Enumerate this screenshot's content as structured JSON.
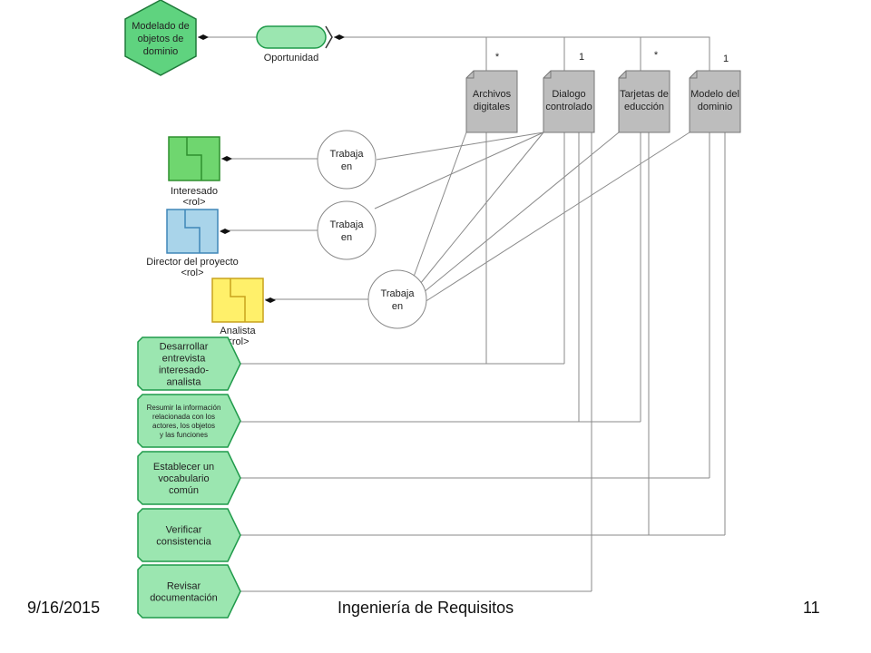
{
  "domain_object": {
    "label": [
      "Modelado de",
      "objetos de",
      "dominio"
    ]
  },
  "opportunity": {
    "label": "Oportunidad"
  },
  "multiplicity": [
    "*",
    "1",
    "*",
    "1"
  ],
  "work_products": [
    {
      "label": [
        "Archivos",
        "digitales"
      ]
    },
    {
      "label": [
        "Dialogo",
        "controlado"
      ]
    },
    {
      "label": [
        "Tarjetas de",
        "educción"
      ]
    },
    {
      "label": [
        "Modelo del",
        "dominio"
      ]
    }
  ],
  "roles": [
    {
      "name": "Interesado",
      "stereotype": "<rol>",
      "fill": "#6fd66f",
      "stroke": "#2f8f2f"
    },
    {
      "name": "Director del proyecto",
      "stereotype": "<rol>",
      "fill": "#a9d4ea",
      "stroke": "#3f86b8"
    },
    {
      "name": "Analista",
      "stereotype": "<rol>",
      "fill": "#fff06a",
      "stroke": "#c9a21c"
    }
  ],
  "works_in": {
    "label": [
      "Trabaja",
      "en"
    ]
  },
  "activities": [
    {
      "label": [
        "Desarrollar",
        "entrevista",
        "interesado-",
        "analista"
      ]
    },
    {
      "label": [
        "Resumir la información",
        "relacionada con los",
        "actores, los objetos",
        "y las funciones"
      ]
    },
    {
      "label": [
        "Establecer un",
        "vocabulario",
        "común"
      ]
    },
    {
      "label": [
        "Verificar",
        "consistencia"
      ]
    },
    {
      "label": [
        "Revisar",
        "documentación"
      ]
    }
  ],
  "colors": {
    "activity_fill": "#9be6b0",
    "activity_stroke": "#1f9a4a",
    "line": "#8a8a8a",
    "hexagon_fill": "#5fd37f",
    "doc_fill": "#bdbdbd"
  },
  "footer": {
    "date": "9/16/2015",
    "title": "Ingeniería de Requisitos",
    "page": "11"
  }
}
